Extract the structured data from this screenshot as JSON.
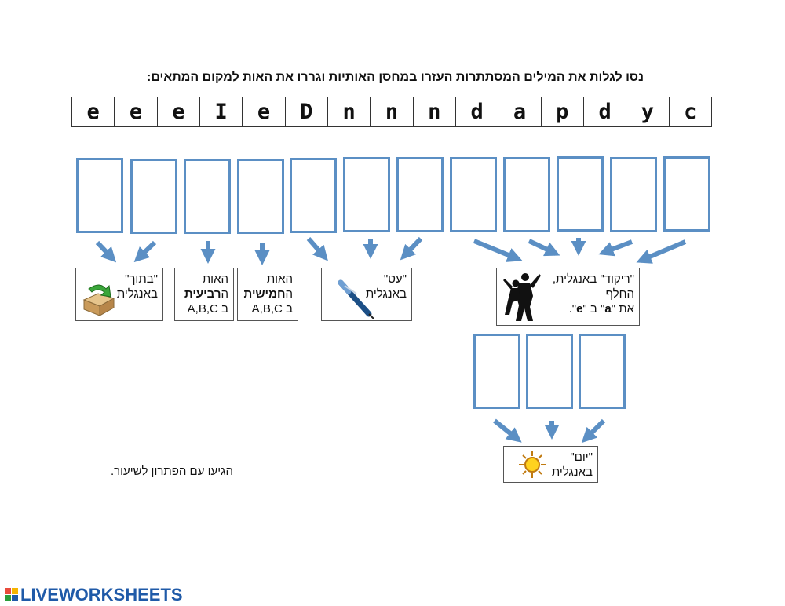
{
  "instructions": "נסו לגלות את המילים המסתתרות העזרו במחסן האותיות וגררו את האות למקום המתאים:",
  "letter_bank": [
    "e",
    "e",
    "e",
    "I",
    "e",
    "D",
    "n",
    "n",
    "n",
    "d",
    "a",
    "p",
    "d",
    "y",
    "c"
  ],
  "clues": {
    "in": {
      "line1": "\"בתוך\"",
      "line2": "באנגלית",
      "icon": "box-arrow-icon"
    },
    "fourth": {
      "line1": "האות",
      "prefix": "ה",
      "bold": "רביעית",
      "line3": "ב A,B,C"
    },
    "fifth": {
      "line1": "האות",
      "prefix": "ה",
      "bold": "חמישית",
      "line3": "ב A,B,C"
    },
    "pen": {
      "line1": "\"עט\"",
      "line2": "באנגלית",
      "icon": "pen-icon"
    },
    "dance": {
      "line1": "\"ריקוד\" באנגלית,",
      "line2": "החלף",
      "line3_pre": "את \"",
      "bold_a": "a",
      "line3_mid": "\" ב \"",
      "bold_e": "e",
      "line3_post": "\".",
      "icon": "dancers-icon"
    },
    "day": {
      "line1": "\"יום\"",
      "line2": "באנגלית",
      "icon": "sun-icon"
    }
  },
  "solution_note": "הגיעו עם הפתרון לשיעור.",
  "logo": {
    "text": "LIVEWORKSHEETS",
    "icon": "liveworksheets-logo-icon"
  },
  "colors": {
    "box_border": "#5b8fc4",
    "arrow": "#5b8fc4",
    "logo": "#1f5aa8"
  }
}
